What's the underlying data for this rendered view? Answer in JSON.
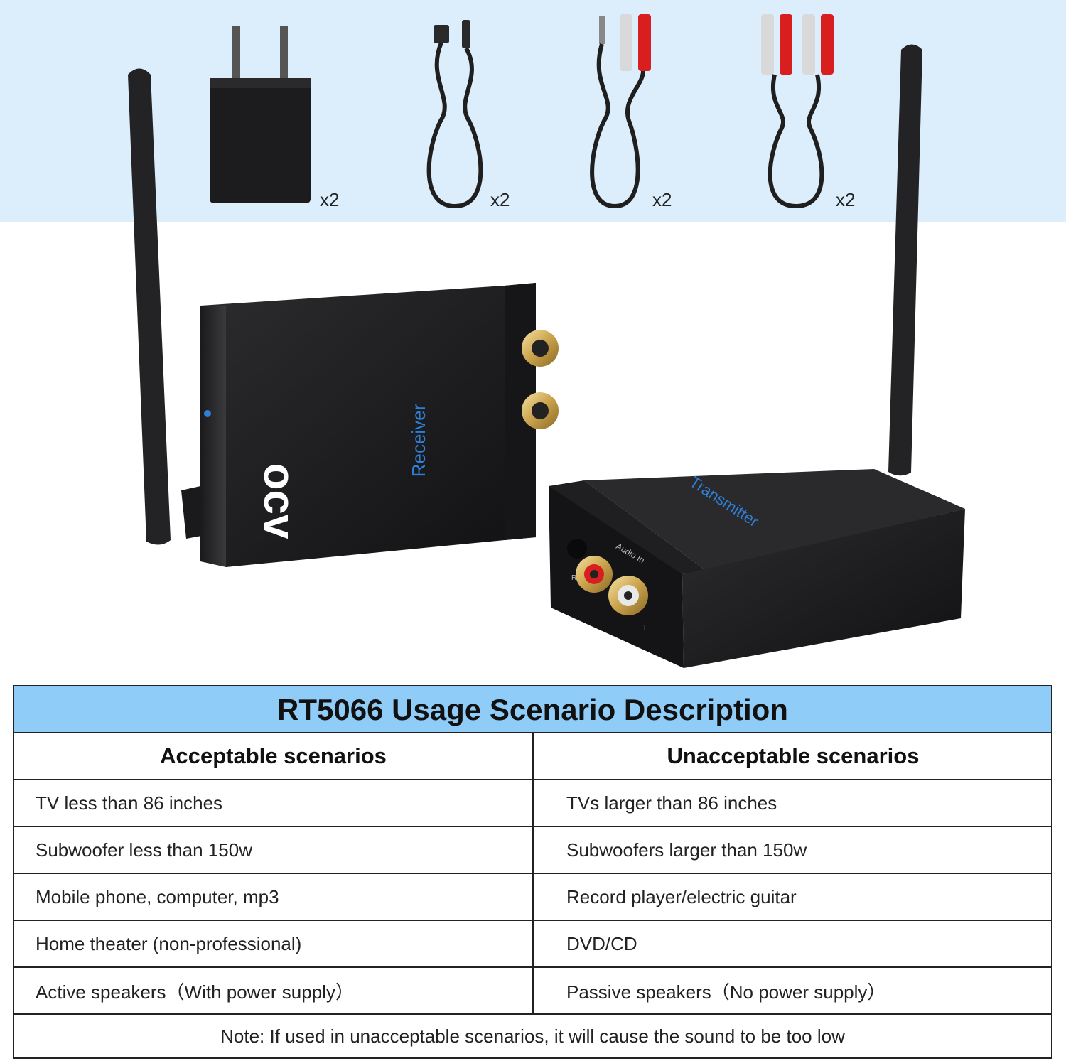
{
  "accessories": {
    "items": [
      {
        "name": "power-adapter",
        "qty": "x2"
      },
      {
        "name": "usb-dc-cable",
        "qty": "x2"
      },
      {
        "name": "aux-to-rca-cable",
        "qty": "x2"
      },
      {
        "name": "rca-to-rca-cable",
        "qty": "x2"
      }
    ]
  },
  "devices": {
    "receiver_label": "Receiver",
    "transmitter_label": "Transmitter",
    "brand": "ocv",
    "audio_in_label": "Audio In",
    "left_channel": "L",
    "right_channel": "R"
  },
  "table": {
    "title": "RT5066 Usage Scenario Description",
    "headers": {
      "acceptable": "Acceptable scenarios",
      "unacceptable": "Unacceptable scenarios"
    },
    "rows": [
      {
        "acceptable": "TV less than 86 inches",
        "unacceptable": "TVs larger than 86 inches"
      },
      {
        "acceptable": "Subwoofer less than 150w",
        "unacceptable": "Subwoofers larger than 150w"
      },
      {
        "acceptable": "Mobile phone, computer, mp3",
        "unacceptable": "Record player/electric guitar"
      },
      {
        "acceptable": "Home theater (non-professional)",
        "unacceptable": "DVD/CD"
      },
      {
        "acceptable": "Active speakers（With power supply）",
        "unacceptable": "Passive speakers（No power supply）"
      }
    ],
    "note": "Note: If used in unacceptable scenarios, it will cause the sound to be too low"
  },
  "colors": {
    "band": "#dcedfc",
    "title_bg": "#8fccf7",
    "label_blue": "#2f7fd6",
    "rca_red": "#d81e1e"
  }
}
